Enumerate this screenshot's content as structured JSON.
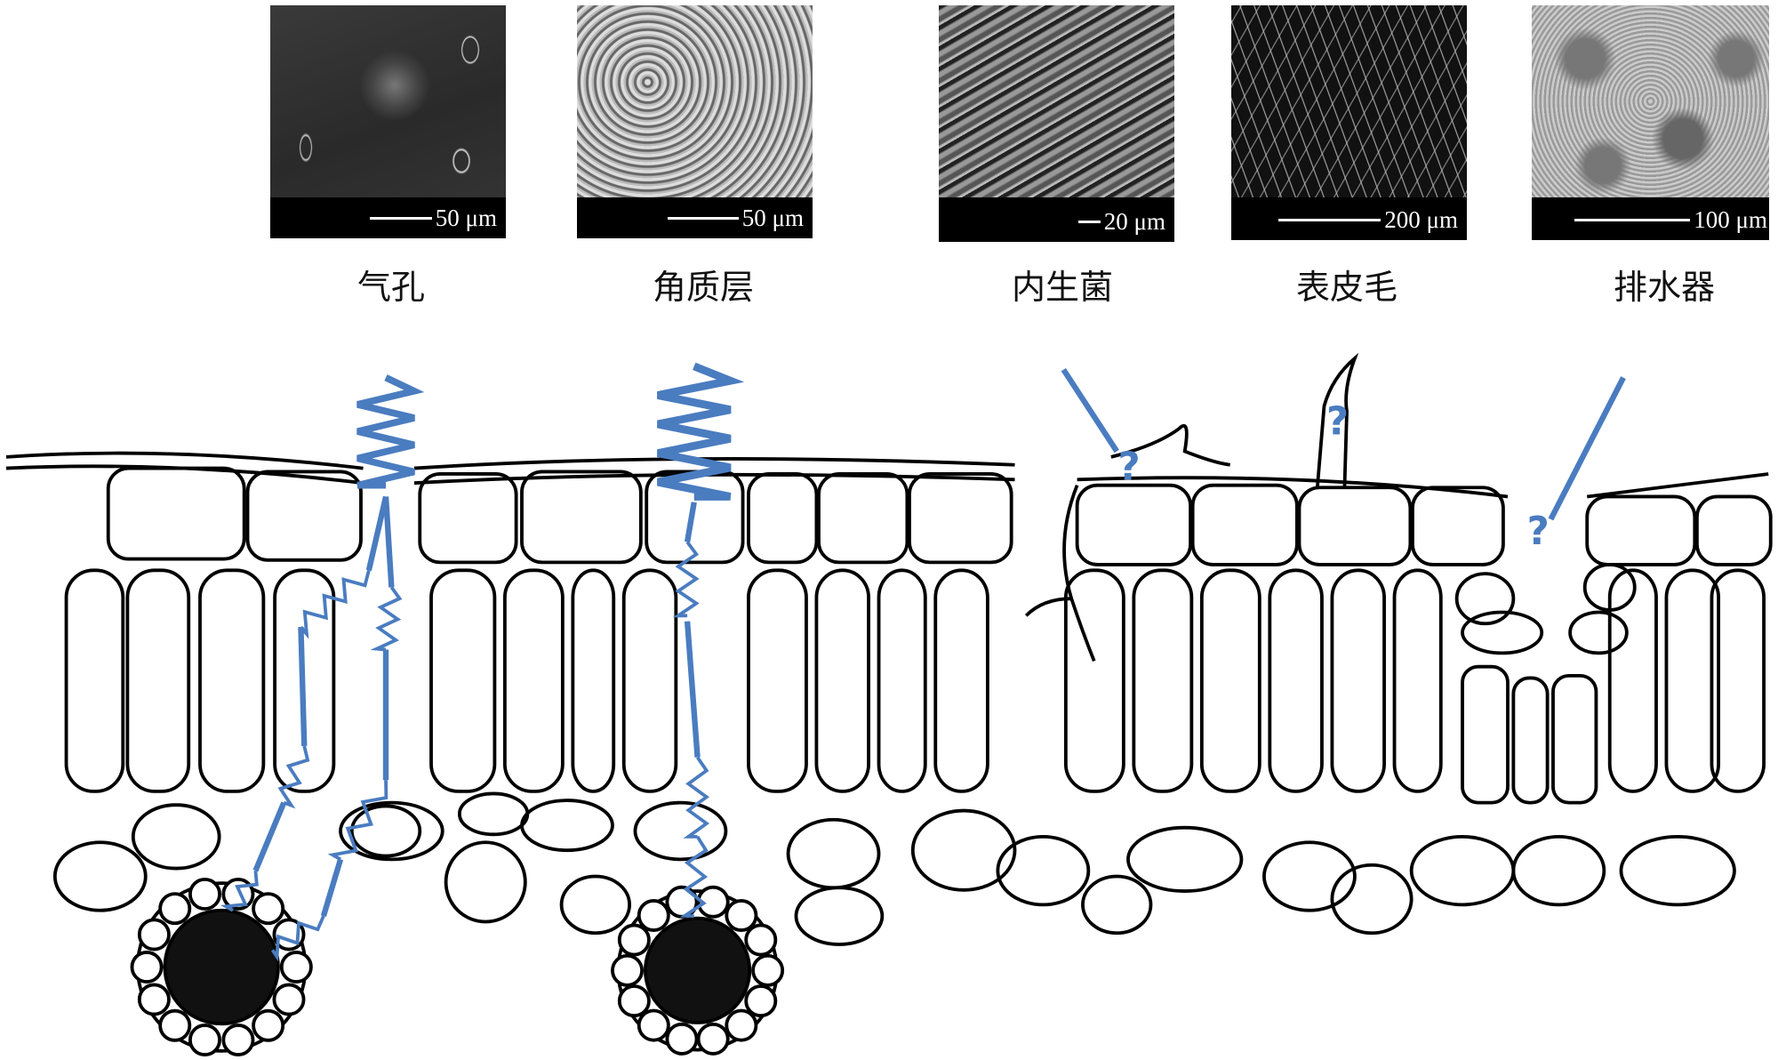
{
  "panels": [
    {
      "label": "气孔",
      "scale": "50 μm"
    },
    {
      "label": "角质层",
      "scale": "50 μm"
    },
    {
      "label": "内生菌",
      "scale": "20 μm"
    },
    {
      "label": "表皮毛",
      "scale": "200 μm"
    },
    {
      "label": "排水器",
      "scale": "100 μm"
    }
  ],
  "diagram": {
    "unknown_marks": [
      "?",
      "?",
      "?"
    ],
    "colors": {
      "pathway": "#4a7cc0",
      "outline": "#000000"
    }
  }
}
